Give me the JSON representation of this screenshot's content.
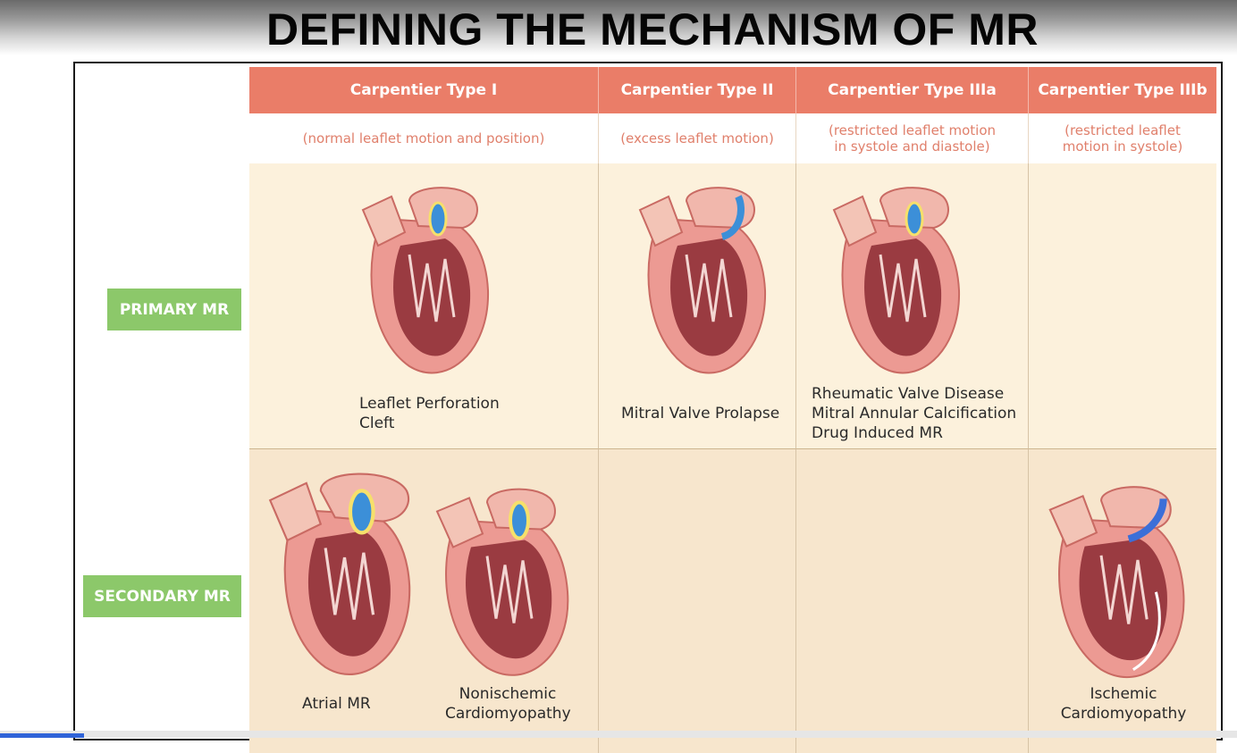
{
  "title": "DEFINING THE MECHANISM OF MR",
  "columns": [
    {
      "header": "Carpentier Type I",
      "subheader": "(normal leaflet motion and position)"
    },
    {
      "header": "Carpentier Type II",
      "subheader": "(excess leaflet motion)"
    },
    {
      "header": "Carpentier Type IIIa",
      "subheader": "(restricted leaflet motion\nin systole and diastole)"
    },
    {
      "header": "Carpentier Type IIIb",
      "subheader": "(restricted leaflet\nmotion in systole)"
    }
  ],
  "rows": {
    "primary": {
      "label": "PRIMARY MR",
      "type1": "Leaflet Perforation\nCleft",
      "type2": "Mitral Valve Prolapse",
      "type3a": "Rheumatic Valve Disease\nMitral Annular Calcification\nDrug Induced MR"
    },
    "secondary": {
      "label": "SECONDARY MR",
      "type1a": "Atrial MR",
      "type1b": "Nonischemic\nCardiomyopathy",
      "type3b": "Ischemic\nCardiomyopathy"
    }
  },
  "colors": {
    "header_bg": "#ea7d68",
    "subheader_text": "#e0806c",
    "primary_row_bg": "#fcf1dc",
    "secondary_row_bg": "#f7e6cd",
    "row_label_bg": "#8cc86a"
  },
  "icons": [
    "heart-illustration"
  ],
  "playback_progress": 0.068
}
